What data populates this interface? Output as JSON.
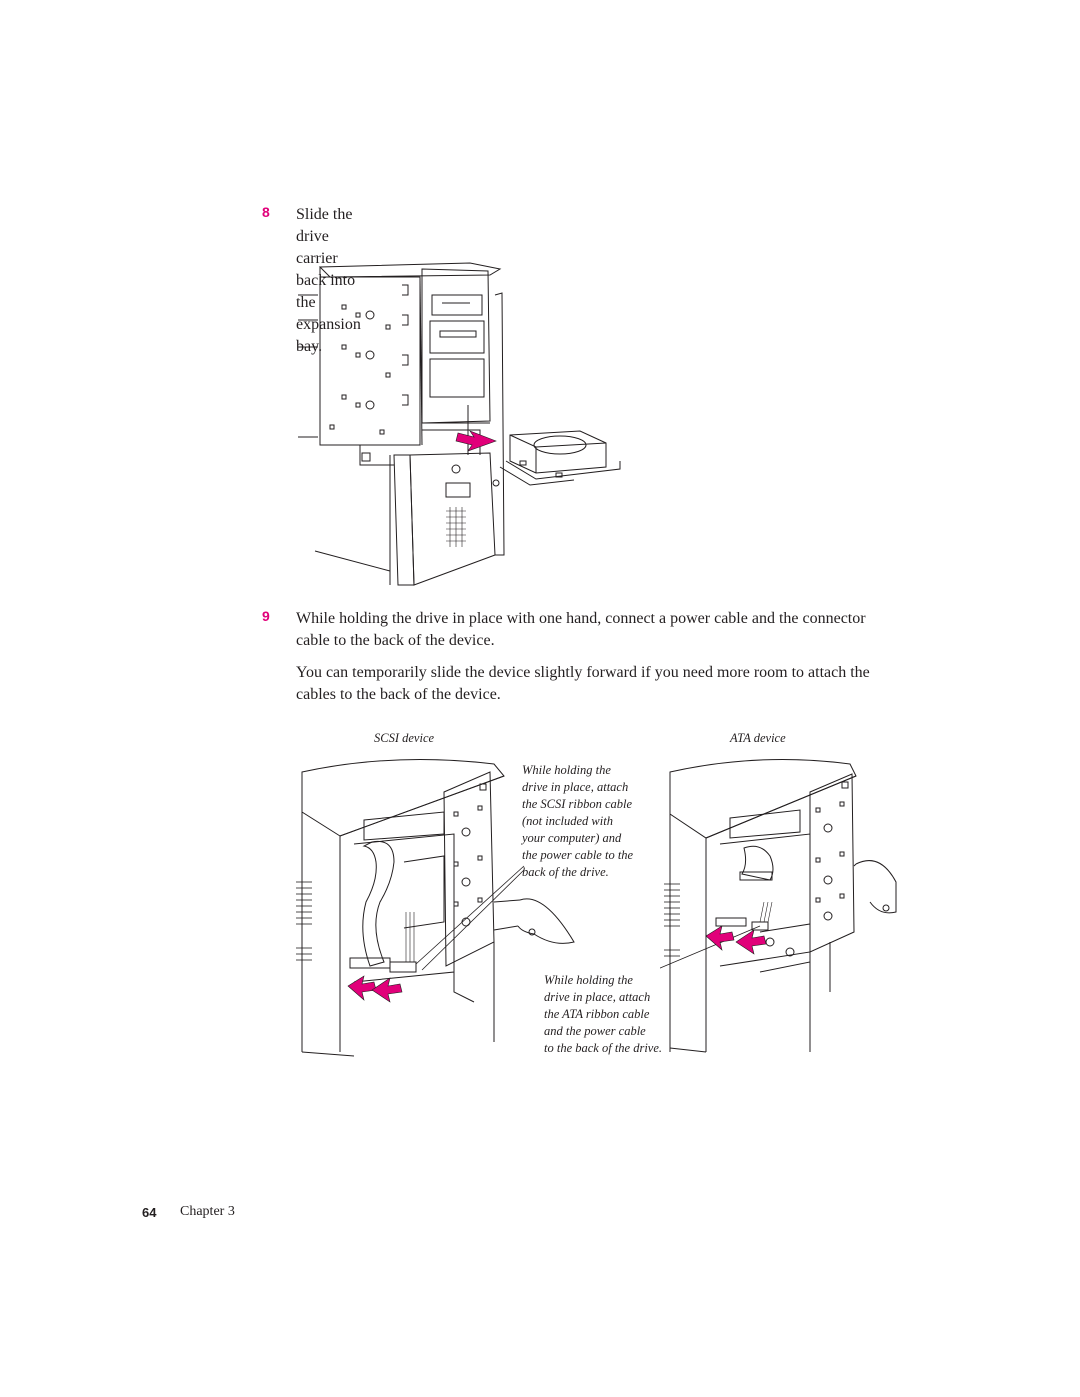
{
  "steps": [
    {
      "number": "8",
      "text": "Slide the drive carrier back into the expansion bay."
    },
    {
      "number": "9",
      "text": "While holding the drive in place with one hand, connect a power cable and the connector cable to the back of the device."
    }
  ],
  "note": "You can temporarily slide the device slightly forward if you need more room to attach the cables to the back of the device.",
  "figure2": {
    "scsi_label": "SCSI device",
    "ata_label": "ATA device",
    "scsi_caption": [
      "While holding the",
      "drive in place, attach",
      "the SCSI ribbon cable",
      "(not included with",
      "your computer) and",
      "the power cable to the",
      "back of the drive."
    ],
    "ata_caption": [
      "While holding the",
      "drive in place, attach",
      "the ATA ribbon cable",
      "and the power cable",
      "to the back of the drive."
    ]
  },
  "footer": {
    "page_number": "64",
    "chapter": "Chapter 3"
  },
  "colors": {
    "accent": "#e1007a",
    "line": "#231f20"
  }
}
